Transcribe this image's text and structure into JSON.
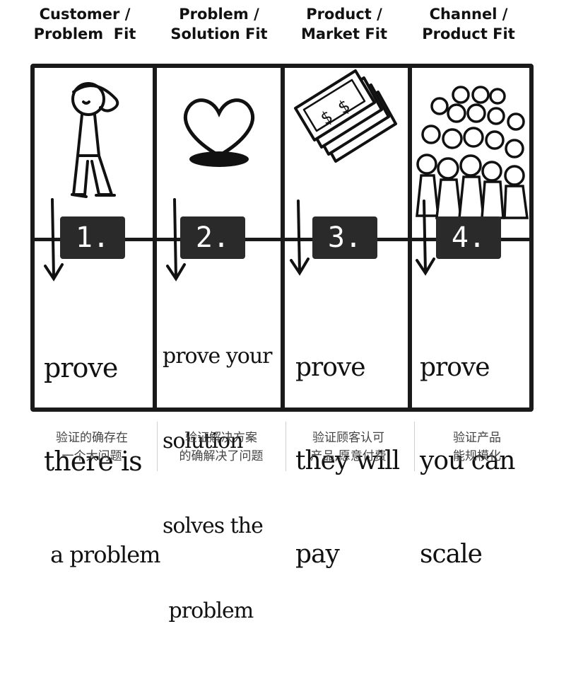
{
  "columns": [
    {
      "head": [
        "Customer /",
        "Problem  Fit"
      ],
      "step": "1.",
      "hand": [
        "prove",
        "there is",
        " a problem"
      ],
      "note": [
        "验证的确存在",
        "一个大问题"
      ]
    },
    {
      "head": [
        "Problem /",
        "Solution Fit"
      ],
      "step": "2.",
      "hand": [
        "prove your",
        "solution",
        "solves the",
        " problem"
      ],
      "note": [
        "验证解决方案",
        "的确解决了问题"
      ]
    },
    {
      "head": [
        "Product /",
        "Market Fit"
      ],
      "step": "3.",
      "hand": [
        "prove",
        "they will",
        "pay"
      ],
      "note": [
        "验证顾客认可",
        "产品,愿意付费"
      ]
    },
    {
      "head": [
        "Channel /",
        "Product Fit"
      ],
      "step": "4.",
      "hand": [
        "prove",
        "you can",
        "scale"
      ],
      "note": [
        "验证产品",
        "能规模化"
      ]
    }
  ],
  "icons": [
    "thinking-person-icon",
    "heart-icon",
    "money-stack-icon",
    "crowd-icon"
  ]
}
